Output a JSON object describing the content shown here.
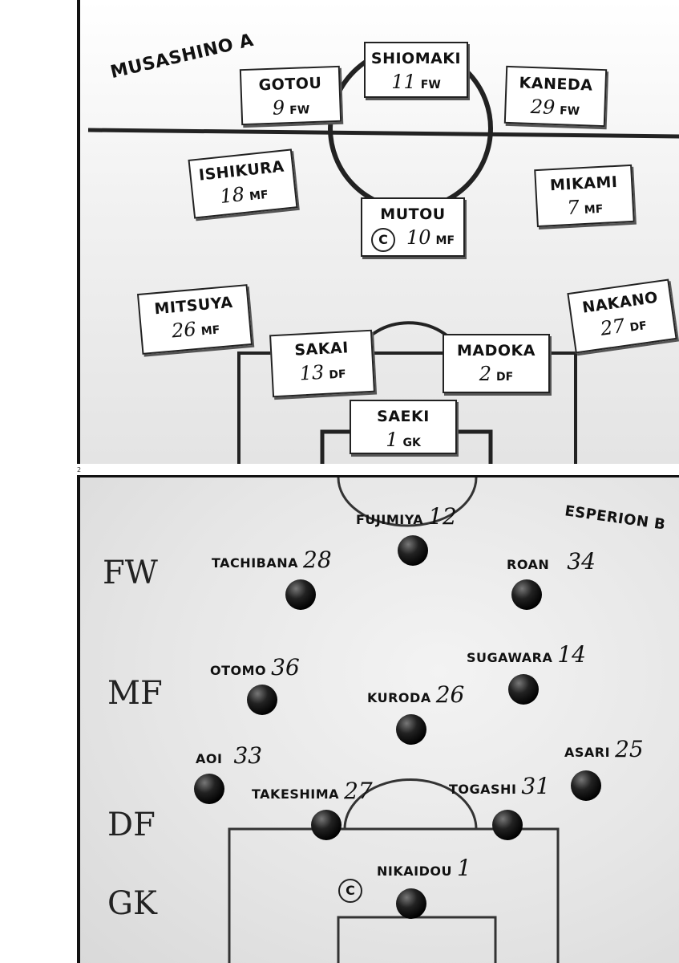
{
  "page_number": "2",
  "top_panel": {
    "team": "MUSASHINO A",
    "players": [
      {
        "name": "SHIOMAKI",
        "number": "11",
        "pos": "FW"
      },
      {
        "name": "GOTOU",
        "number": "9",
        "pos": "FW"
      },
      {
        "name": "KANEDA",
        "number": "29",
        "pos": "FW"
      },
      {
        "name": "ISHIKURA",
        "number": "18",
        "pos": "MF"
      },
      {
        "name": "MIKAMI",
        "number": "7",
        "pos": "MF"
      },
      {
        "name": "MUTOU",
        "number": "10",
        "pos": "MF",
        "captain_mark": "C"
      },
      {
        "name": "MITSUYA",
        "number": "26",
        "pos": "MF"
      },
      {
        "name": "NAKANO",
        "number": "27",
        "pos": "DF"
      },
      {
        "name": "SAKAI",
        "number": "13",
        "pos": "DF"
      },
      {
        "name": "MADOKA",
        "number": "2",
        "pos": "DF"
      },
      {
        "name": "SAEKI",
        "number": "1",
        "pos": "GK"
      }
    ]
  },
  "bottom_panel": {
    "team": "ESPERION B",
    "row_labels": {
      "fw": "FW",
      "mf": "MF",
      "df": "DF",
      "gk": "GK"
    },
    "captain_mark": "C",
    "players": [
      {
        "name": "FUJIMIYA",
        "number": "12"
      },
      {
        "name": "TACHIBANA",
        "number": "28"
      },
      {
        "name": "ROAN",
        "number": "34"
      },
      {
        "name": "OTOMO",
        "number": "36"
      },
      {
        "name": "SUGAWARA",
        "number": "14"
      },
      {
        "name": "KURODA",
        "number": "26"
      },
      {
        "name": "AOI",
        "number": "33"
      },
      {
        "name": "ASARI",
        "number": "25"
      },
      {
        "name": "TAKESHIMA",
        "number": "27"
      },
      {
        "name": "TOGASHI",
        "number": "31"
      },
      {
        "name": "NIKAIDOU",
        "number": "1"
      }
    ]
  }
}
